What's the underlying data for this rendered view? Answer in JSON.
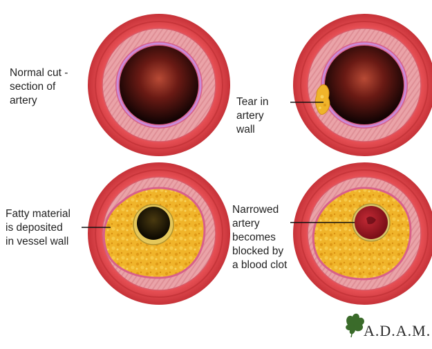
{
  "labels": {
    "normal": "Normal cut -\nsection of\nartery",
    "tear": "Tear in\nartery\nwall",
    "fatty": "Fatty material\nis deposited\nin vessel wall",
    "narrowed": "Narrowed\nartery\nbecomes\nblocked by\na blood clot"
  },
  "logo": {
    "text": "A.D.A.M."
  },
  "colors": {
    "outer_wall": "#e4474b",
    "outer_ring_dark": "#c7353a",
    "media": "#eaa3a8",
    "inner_wall": "#d8608a",
    "intima": "#c98ad8",
    "fatty_plaque": "#f1b52b",
    "blood_clot": "#9d1420",
    "lumen": "#1e0606"
  },
  "icons": [
    "arteries-diagram",
    "adam-logo-icon"
  ]
}
